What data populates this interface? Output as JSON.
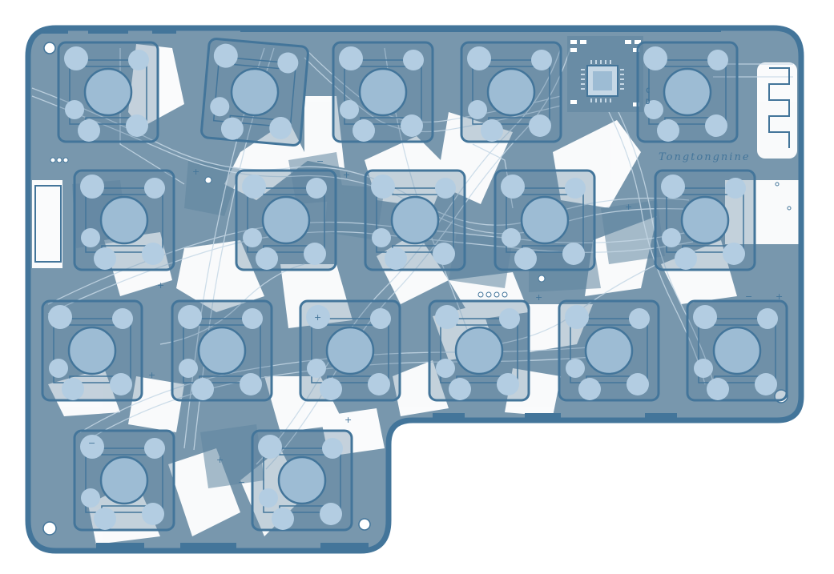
{
  "board": {
    "signature": "Tongtongnine",
    "silk_marks": [
      "C",
      "D"
    ],
    "polarity_plus": "+",
    "polarity_minus": "−",
    "colors": {
      "background": "#ffffff",
      "substrate": "#7897ad",
      "copper_pour": "#5f85a0",
      "edge": "#43759a",
      "pad": "#b3cde2",
      "stem": "#9dbcd4",
      "trace": "#c6d8e6",
      "void": "#ffffff"
    }
  },
  "switches": [
    {
      "id": "sw-r1-c1"
    },
    {
      "id": "sw-r1-c2"
    },
    {
      "id": "sw-r1-c3"
    },
    {
      "id": "sw-r1-c4"
    },
    {
      "id": "sw-r1-c5"
    },
    {
      "id": "sw-r2-c1"
    },
    {
      "id": "sw-r2-c2"
    },
    {
      "id": "sw-r2-c3"
    },
    {
      "id": "sw-r2-c4"
    },
    {
      "id": "sw-r2-c5"
    },
    {
      "id": "sw-r3-c1"
    },
    {
      "id": "sw-r3-c2"
    },
    {
      "id": "sw-r3-c3"
    },
    {
      "id": "sw-r3-c4"
    },
    {
      "id": "sw-r3-c5"
    },
    {
      "id": "sw-r3-c6"
    },
    {
      "id": "sw-r4-c1"
    },
    {
      "id": "sw-r4-c2"
    }
  ]
}
